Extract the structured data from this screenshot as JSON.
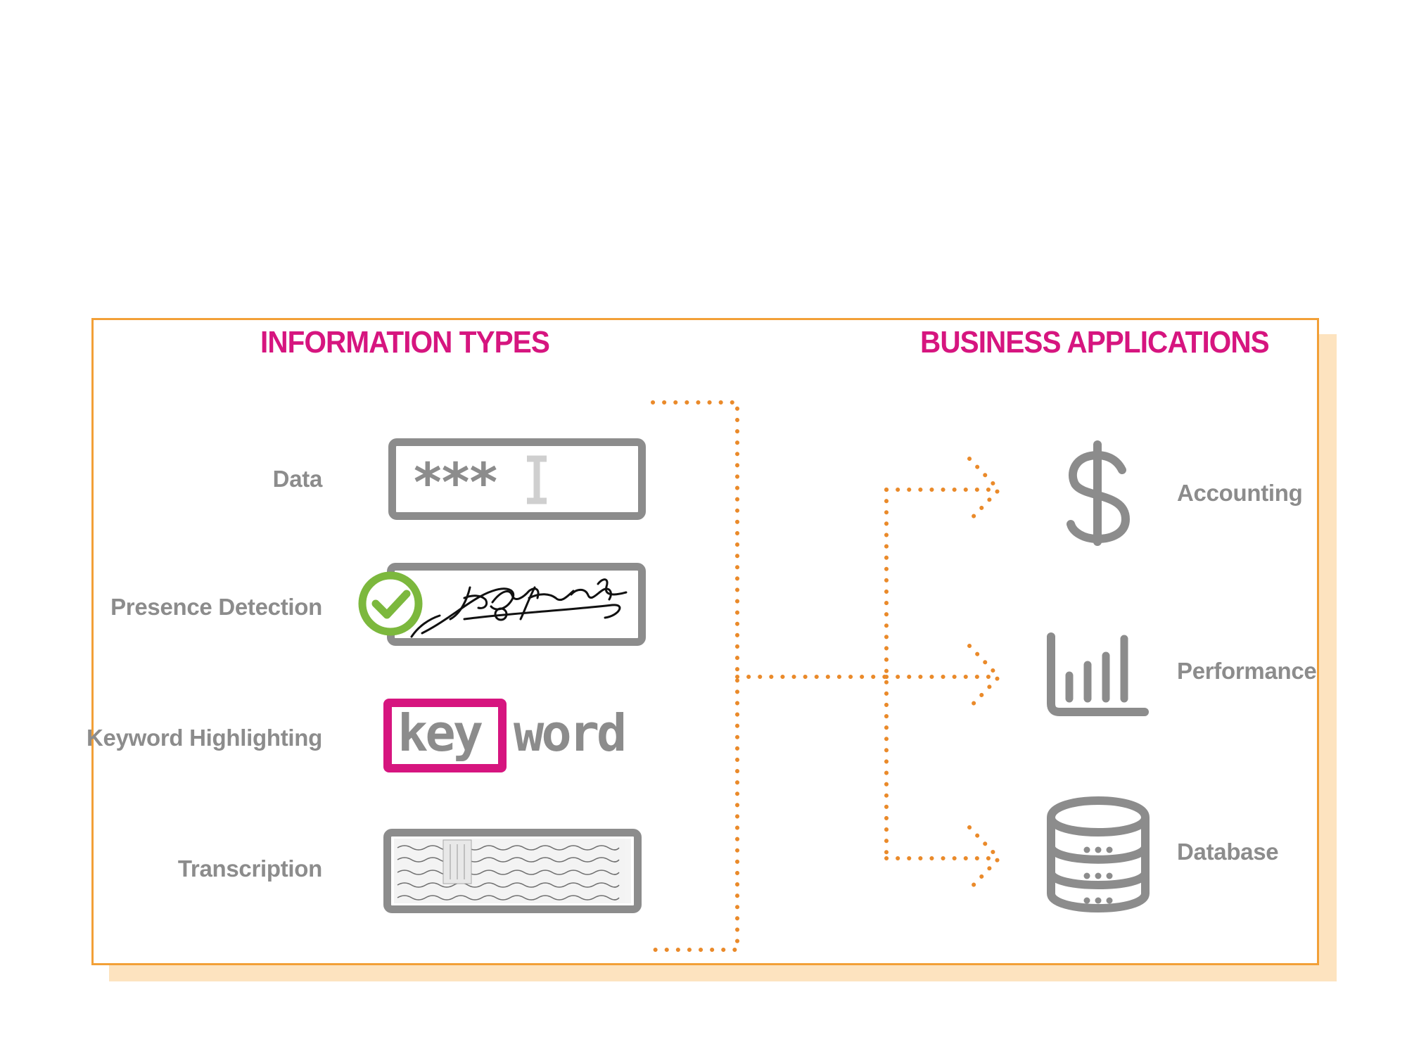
{
  "headings": {
    "information_types": "INFORMATION TYPES",
    "business_applications": "BUSINESS APPLICATIONS"
  },
  "information_types": [
    {
      "label": "Data",
      "icon": "masked-input-icon",
      "field_text": "***"
    },
    {
      "label": "Presence Detection",
      "icon": "signature-check-icon"
    },
    {
      "label": "Keyword Highlighting",
      "icon": "keyword-highlight-icon",
      "highlighted": "key",
      "rest": "word"
    },
    {
      "label": "Transcription",
      "icon": "handwritten-document-icon"
    }
  ],
  "business_applications": [
    {
      "label": "Accounting",
      "icon": "dollar-icon"
    },
    {
      "label": "Performance",
      "icon": "bar-chart-icon"
    },
    {
      "label": "Database",
      "icon": "database-icon"
    }
  ],
  "colors": {
    "heading": "#d6157f",
    "frame": "#f2a037",
    "shadow": "#fde3bf",
    "connector": "#ea8a2a",
    "icon_gray": "#8c8c8c",
    "check_green": "#7cb83d"
  }
}
